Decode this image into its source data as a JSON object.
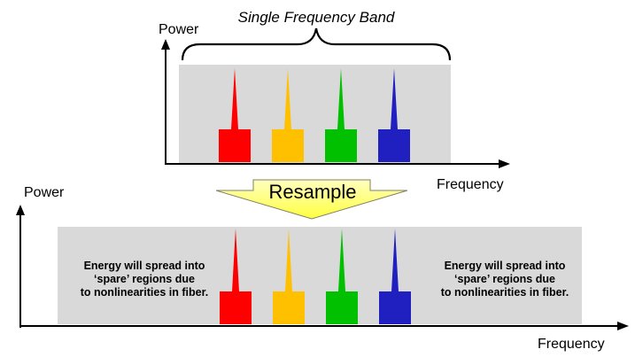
{
  "top_panel": {
    "band_title": "Single Frequency Band",
    "y_axis_label": "Power",
    "x_axis_label": "Frequency"
  },
  "resample": {
    "label": "Resample"
  },
  "bottom_panel": {
    "y_axis_label": "Power",
    "x_axis_label": "Frequency",
    "left_note": [
      "Energy will spread into",
      "‘spare’ regions due",
      "to nonlinearities in fiber."
    ],
    "right_note": [
      "Energy will spread into",
      "‘spare’ regions due",
      "to nonlinearities in fiber."
    ]
  },
  "channels": [
    {
      "color": "#ff0000",
      "name": "red"
    },
    {
      "color": "#ffc000",
      "name": "yellow"
    },
    {
      "color": "#00c000",
      "name": "green"
    },
    {
      "color": "#2020c0",
      "name": "blue"
    }
  ],
  "colors": {
    "band_background": "#d9d9d9",
    "axis": "#000000",
    "arrow_fill_top": "#ffffc0",
    "arrow_fill_bottom": "#ffff40",
    "arrow_stroke": "#808060"
  }
}
